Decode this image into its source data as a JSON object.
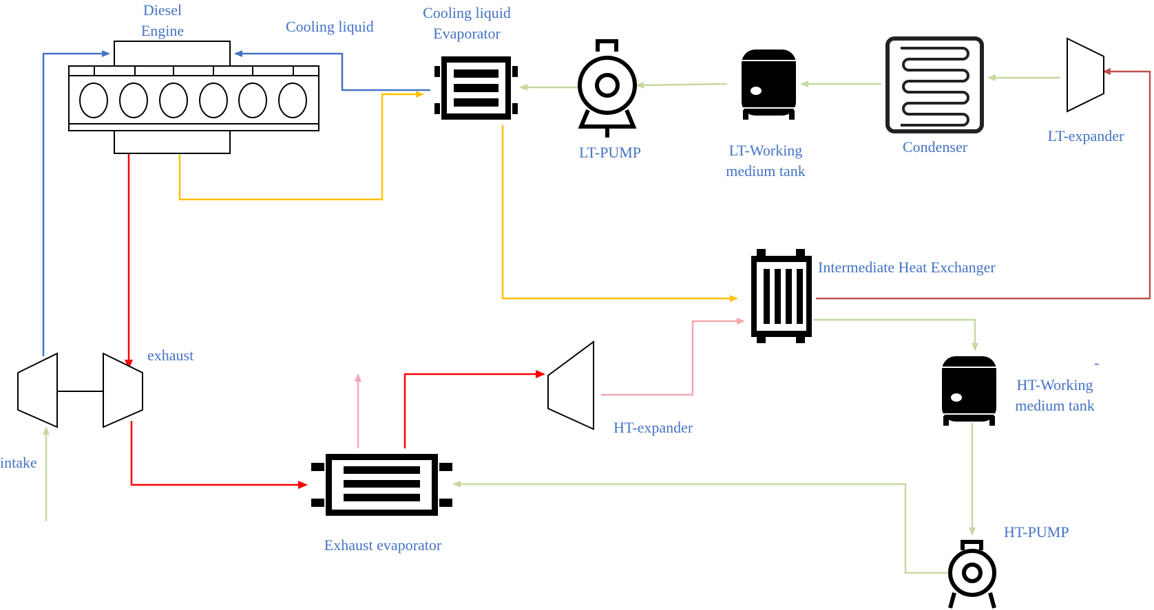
{
  "colors": {
    "label": "#4472c4",
    "coolant_return": "#4472c4",
    "coolant_supply": "#ffc000",
    "exhaust": "#ff0000",
    "working_medium": "#c5d9a0",
    "lt_loop_hot": "#c0504d",
    "ht_vapor": "#f4a6b0",
    "component": "#000000"
  },
  "labels": {
    "diesel_engine": [
      "Diesel",
      "Engine"
    ],
    "cooling_liquid": "Cooling liquid",
    "cooling_liquid_evaporator": [
      "Cooling liquid",
      "Evaporator"
    ],
    "lt_pump": "LT-PUMP",
    "lt_working_medium_tank": [
      "LT-Working",
      "medium tank"
    ],
    "condenser": "Condenser",
    "lt_expander": "LT-expander",
    "intermediate_heat_exchanger": "Intermediate Heat Exchanger",
    "exhaust": "exhaust",
    "intake": "intake",
    "ht_expander": "HT-expander",
    "exhaust_evaporator": "Exhaust evaporator",
    "ht_working_medium_tank_mark": "-",
    "ht_working_medium_tank": [
      "HT-Working",
      "medium tank"
    ],
    "ht_pump": "HT-PUMP"
  },
  "components": [
    {
      "id": "diesel-engine",
      "icon": "engine-icon",
      "cylinders": 6
    },
    {
      "id": "turbocharger-compressor",
      "icon": "compressor-icon"
    },
    {
      "id": "turbocharger-turbine",
      "icon": "turbine-icon"
    },
    {
      "id": "cooling-liquid-evaporator",
      "icon": "plate-heat-exchanger-icon"
    },
    {
      "id": "lt-pump",
      "icon": "pump-icon"
    },
    {
      "id": "lt-working-medium-tank",
      "icon": "tank-icon"
    },
    {
      "id": "condenser",
      "icon": "condenser-coil-icon"
    },
    {
      "id": "lt-expander",
      "icon": "expander-icon"
    },
    {
      "id": "intermediate-heat-exchanger",
      "icon": "tube-heat-exchanger-icon"
    },
    {
      "id": "ht-working-medium-tank",
      "icon": "tank-icon"
    },
    {
      "id": "ht-pump",
      "icon": "pump-icon"
    },
    {
      "id": "exhaust-evaporator",
      "icon": "plate-heat-exchanger-icon"
    },
    {
      "id": "ht-expander",
      "icon": "expander-icon"
    }
  ]
}
